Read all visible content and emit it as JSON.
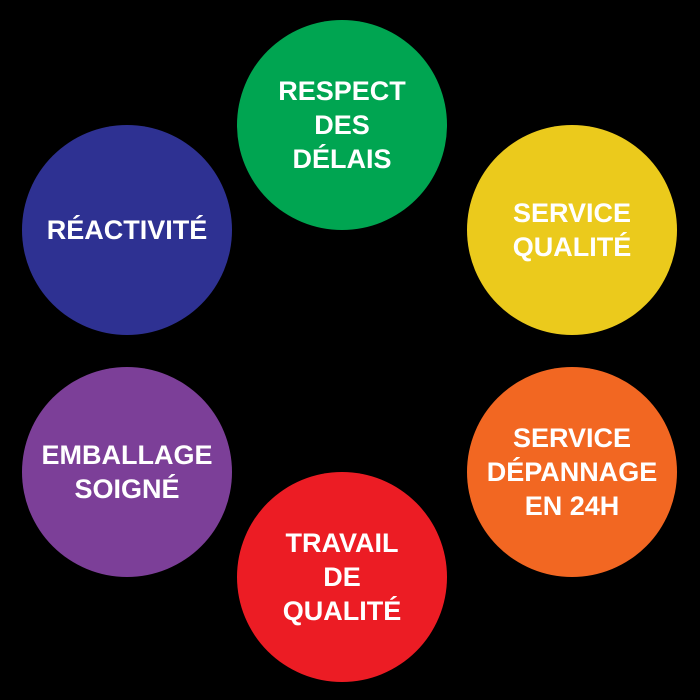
{
  "circles": {
    "respect_delais": {
      "color": "#00a551",
      "lines": [
        "RESPECT",
        "DES",
        "DÉLAIS"
      ]
    },
    "service_qualite": {
      "color": "#ebca1c",
      "lines": [
        "SERVICE",
        "QUALITÉ"
      ]
    },
    "service_depannage": {
      "color": "#f26722",
      "lines": [
        "SERVICE",
        "DÉPANNAGE",
        "EN 24H"
      ]
    },
    "travail_qualite": {
      "color": "#ec1c24",
      "lines": [
        "TRAVAIL",
        "DE",
        "QUALITÉ"
      ]
    },
    "emballage_soigne": {
      "color": "#7c3f98",
      "lines": [
        "EMBALLAGE",
        "SOIGNÉ"
      ]
    },
    "reactivite": {
      "color": "#2e3192",
      "lines": [
        "RÉACTIVITÉ"
      ]
    }
  }
}
